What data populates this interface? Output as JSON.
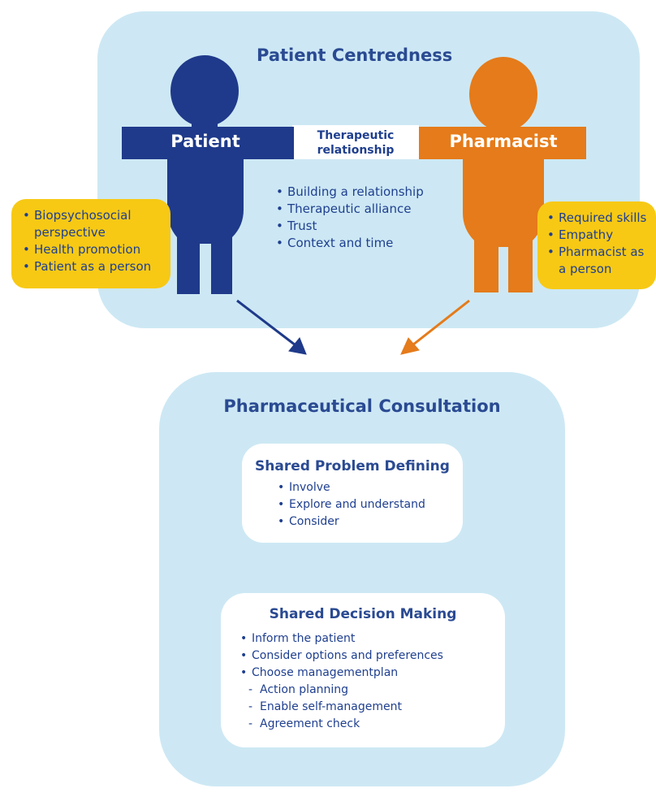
{
  "colors": {
    "panel": "#cde8f4",
    "patient": "#1f3a8a",
    "pharmacist": "#e57b1a",
    "box": "#f7c915",
    "text": "#1f3f8f"
  },
  "top": {
    "title": "Patient Centredness",
    "patient_label": "Patient",
    "pharmacist_label": "Pharmacist",
    "relationship_label": "Therapeutic relationship",
    "relationship_items": [
      "Building a relationship",
      "Therapeutic alliance",
      "Trust",
      "Context and time"
    ],
    "patient_items": [
      "Biopsychosocial perspective",
      "Health promotion",
      "Patient as a person"
    ],
    "pharmacist_items": [
      "Required skills",
      "Empathy",
      "Pharmacist as a person"
    ]
  },
  "bottom": {
    "title": "Pharmaceutical Consultation",
    "problem": {
      "title": "Shared Problem Defining",
      "items": [
        "Involve",
        "Explore and understand",
        "Consider"
      ]
    },
    "decision": {
      "title": "Shared Decision Making",
      "items": [
        "Inform the patient",
        "Consider options and preferences",
        "Choose managementplan"
      ],
      "subitems": [
        "Action planning",
        "Enable self-management",
        "Agreement check"
      ]
    }
  }
}
